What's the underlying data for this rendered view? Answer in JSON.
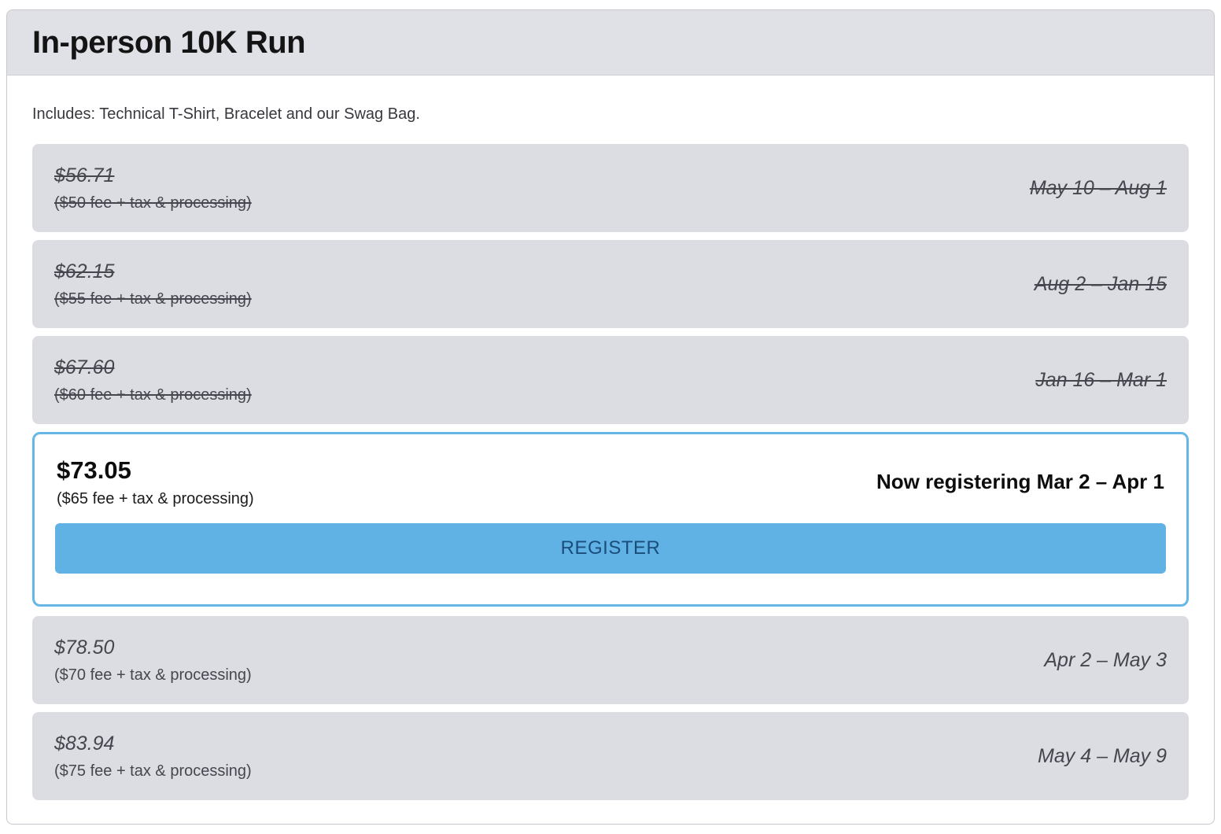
{
  "header": {
    "title": "In-person 10K Run"
  },
  "description": "Includes: Technical T-Shirt, Bracelet and our Swag Bag.",
  "tiers": [
    {
      "price": "$56.71",
      "fee": "($50 fee + tax & processing)",
      "dates": "May 10 – Aug 1",
      "status": "past"
    },
    {
      "price": "$62.15",
      "fee": "($55 fee + tax & processing)",
      "dates": "Aug 2 – Jan 15",
      "status": "past"
    },
    {
      "price": "$67.60",
      "fee": "($60 fee + tax & processing)",
      "dates": "Jan 16 – Mar 1",
      "status": "past"
    },
    {
      "price": "$73.05",
      "fee": "($65 fee + tax & processing)",
      "dates": "Now registering Mar 2 – Apr 1",
      "status": "active",
      "button_label": "REGISTER"
    },
    {
      "price": "$78.50",
      "fee": "($70 fee + tax & processing)",
      "dates": "Apr 2 – May 3",
      "status": "future"
    },
    {
      "price": "$83.94",
      "fee": "($75 fee + tax & processing)",
      "dates": "May 4 – May 9",
      "status": "future"
    }
  ],
  "colors": {
    "row_background": "#dcdce3",
    "header_background": "#e0e0e7",
    "active_border": "#67b7e6",
    "button_background": "#5fb2e3",
    "button_text": "#1b4d7c",
    "muted_text": "#46464f"
  }
}
